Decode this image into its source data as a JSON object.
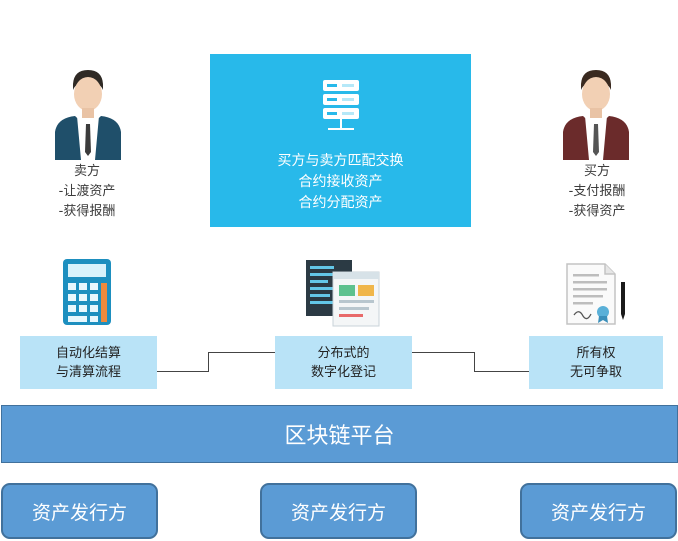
{
  "center": {
    "lines": [
      "买方与卖方匹配交换",
      "合约接收资产",
      "合约分配资产"
    ]
  },
  "seller": {
    "title": "卖方",
    "lines": [
      "-让渡资产",
      "-获得报酬"
    ],
    "jacket_color": "#1f4f6a"
  },
  "buyer": {
    "title": "买方",
    "lines": [
      "-支付报酬",
      "-获得资产"
    ],
    "jacket_color": "#6b2b2b"
  },
  "features": [
    {
      "icon": "calculator-icon",
      "line1": "自动化结算",
      "line2": "与清算流程"
    },
    {
      "icon": "distributed-ledger-icon",
      "line1": "分布式的",
      "line2": "数字化登记"
    },
    {
      "icon": "certificate-icon",
      "line1": "所有权",
      "line2": "无可争取"
    }
  ],
  "platform": {
    "label": "区块链平台"
  },
  "issuers": [
    "资产发行方",
    "资产发行方",
    "资产发行方"
  ],
  "colors": {
    "center_box": "#28b9ea",
    "feature_box": "#b9e3f7",
    "platform": "#5b9bd5",
    "platform_border": "#41719c"
  }
}
